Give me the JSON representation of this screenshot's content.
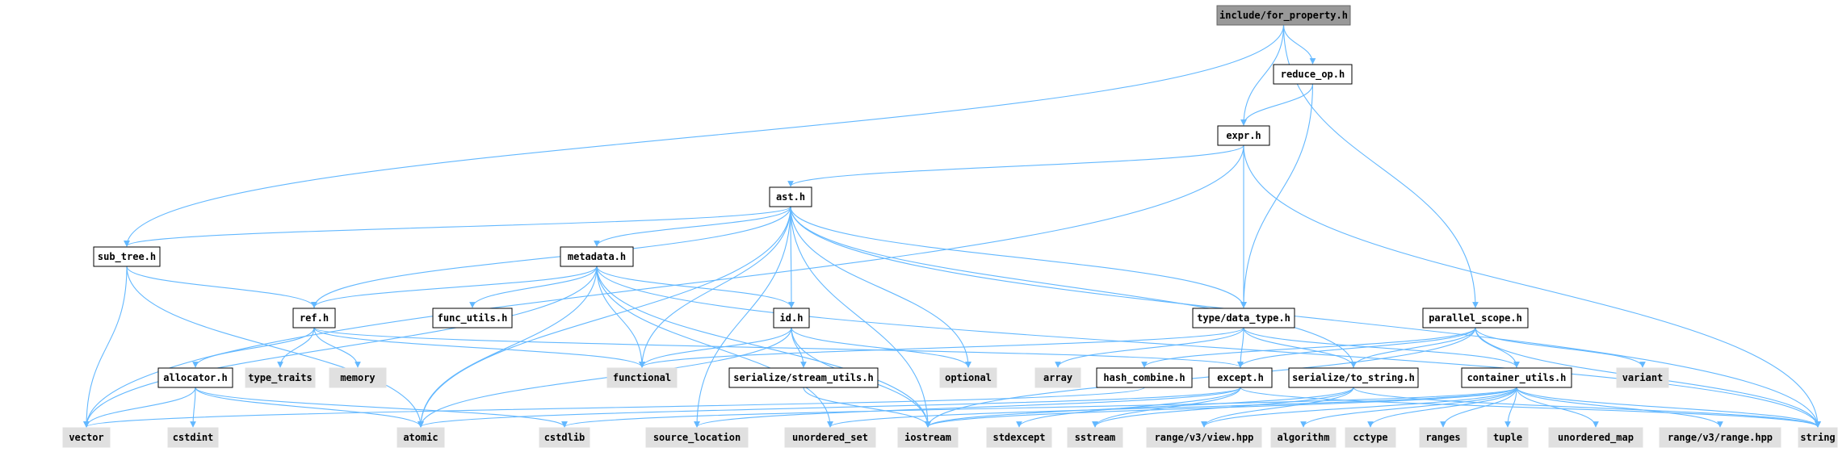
{
  "colors": {
    "root_fill": "#999999",
    "root_stroke": "#666666",
    "local_fill": "#ffffff",
    "local_stroke": "#000000",
    "system_fill": "#e0e0e0",
    "system_stroke": "#e0e0e0",
    "edge": "#63b8ff",
    "text": "#000000"
  },
  "nodes": {
    "for_property": {
      "label": "include/for_property.h",
      "kind": "root"
    },
    "reduce_op": {
      "label": "reduce_op.h",
      "kind": "local"
    },
    "expr": {
      "label": "expr.h",
      "kind": "local"
    },
    "ast": {
      "label": "ast.h",
      "kind": "local"
    },
    "sub_tree": {
      "label": "sub_tree.h",
      "kind": "local"
    },
    "metadata": {
      "label": "metadata.h",
      "kind": "local"
    },
    "ref": {
      "label": "ref.h",
      "kind": "local"
    },
    "func_utils": {
      "label": "func_utils.h",
      "kind": "local"
    },
    "id": {
      "label": "id.h",
      "kind": "local"
    },
    "data_type": {
      "label": "type/data_type.h",
      "kind": "local"
    },
    "parallel_scope": {
      "label": "parallel_scope.h",
      "kind": "local"
    },
    "allocator": {
      "label": "allocator.h",
      "kind": "local"
    },
    "stream_utils": {
      "label": "serialize/stream_utils.h",
      "kind": "local"
    },
    "hash_combine": {
      "label": "hash_combine.h",
      "kind": "local"
    },
    "except": {
      "label": "except.h",
      "kind": "local"
    },
    "to_string": {
      "label": "serialize/to_string.h",
      "kind": "local"
    },
    "container_utils": {
      "label": "container_utils.h",
      "kind": "local"
    },
    "type_traits": {
      "label": "type_traits",
      "kind": "system"
    },
    "memory": {
      "label": "memory",
      "kind": "system"
    },
    "functional": {
      "label": "functional",
      "kind": "system"
    },
    "optional": {
      "label": "optional",
      "kind": "system"
    },
    "array": {
      "label": "array",
      "kind": "system"
    },
    "variant": {
      "label": "variant",
      "kind": "system"
    },
    "vector": {
      "label": "vector",
      "kind": "system"
    },
    "cstdint": {
      "label": "cstdint",
      "kind": "system"
    },
    "atomic": {
      "label": "atomic",
      "kind": "system"
    },
    "cstdlib": {
      "label": "cstdlib",
      "kind": "system"
    },
    "source_location": {
      "label": "source_location",
      "kind": "system"
    },
    "unordered_set": {
      "label": "unordered_set",
      "kind": "system"
    },
    "iostream": {
      "label": "iostream",
      "kind": "system"
    },
    "stdexcept": {
      "label": "stdexcept",
      "kind": "system"
    },
    "sstream": {
      "label": "sstream",
      "kind": "system"
    },
    "range_view": {
      "label": "range/v3/view.hpp",
      "kind": "system"
    },
    "algorithm": {
      "label": "algorithm",
      "kind": "system"
    },
    "cctype": {
      "label": "cctype",
      "kind": "system"
    },
    "ranges": {
      "label": "ranges",
      "kind": "system"
    },
    "tuple": {
      "label": "tuple",
      "kind": "system"
    },
    "unordered_map": {
      "label": "unordered_map",
      "kind": "system"
    },
    "range_range": {
      "label": "range/v3/range.hpp",
      "kind": "system"
    },
    "string": {
      "label": "string",
      "kind": "system"
    }
  },
  "edges": [
    [
      "for_property",
      "reduce_op"
    ],
    [
      "for_property",
      "expr"
    ],
    [
      "for_property",
      "sub_tree"
    ],
    [
      "for_property",
      "parallel_scope"
    ],
    [
      "reduce_op",
      "expr"
    ],
    [
      "reduce_op",
      "data_type"
    ],
    [
      "expr",
      "ast"
    ],
    [
      "expr",
      "data_type"
    ],
    [
      "expr",
      "vector"
    ],
    [
      "expr",
      "string"
    ],
    [
      "ast",
      "sub_tree"
    ],
    [
      "ast",
      "metadata"
    ],
    [
      "ast",
      "ref"
    ],
    [
      "ast",
      "id"
    ],
    [
      "ast",
      "data_type"
    ],
    [
      "ast",
      "functional"
    ],
    [
      "ast",
      "optional"
    ],
    [
      "ast",
      "atomic"
    ],
    [
      "ast",
      "source_location"
    ],
    [
      "ast",
      "iostream"
    ],
    [
      "ast",
      "to_string"
    ],
    [
      "ast",
      "string"
    ],
    [
      "sub_tree",
      "ref"
    ],
    [
      "sub_tree",
      "vector"
    ],
    [
      "sub_tree",
      "atomic"
    ],
    [
      "metadata",
      "ref"
    ],
    [
      "metadata",
      "func_utils"
    ],
    [
      "metadata",
      "id"
    ],
    [
      "metadata",
      "functional"
    ],
    [
      "metadata",
      "vector"
    ],
    [
      "metadata",
      "atomic"
    ],
    [
      "metadata",
      "iostream"
    ],
    [
      "metadata",
      "unordered_set"
    ],
    [
      "metadata",
      "string"
    ],
    [
      "ref",
      "allocator"
    ],
    [
      "ref",
      "type_traits"
    ],
    [
      "ref",
      "memory"
    ],
    [
      "ref",
      "functional"
    ],
    [
      "ref",
      "except"
    ],
    [
      "id",
      "functional"
    ],
    [
      "id",
      "stream_utils"
    ],
    [
      "id",
      "optional"
    ],
    [
      "id",
      "iostream"
    ],
    [
      "id",
      "atomic"
    ],
    [
      "data_type",
      "functional"
    ],
    [
      "data_type",
      "array"
    ],
    [
      "data_type",
      "except"
    ],
    [
      "data_type",
      "to_string"
    ],
    [
      "data_type",
      "container_utils"
    ],
    [
      "parallel_scope",
      "hash_combine"
    ],
    [
      "parallel_scope",
      "except"
    ],
    [
      "parallel_scope",
      "to_string"
    ],
    [
      "parallel_scope",
      "container_utils"
    ],
    [
      "parallel_scope",
      "variant"
    ],
    [
      "parallel_scope",
      "string"
    ],
    [
      "parallel_scope",
      "iostream"
    ],
    [
      "allocator",
      "vector"
    ],
    [
      "allocator",
      "cstdint"
    ],
    [
      "allocator",
      "atomic"
    ],
    [
      "allocator",
      "cstdlib"
    ],
    [
      "stream_utils",
      "iostream"
    ],
    [
      "hash_combine",
      "vector"
    ],
    [
      "except",
      "source_location"
    ],
    [
      "except",
      "stdexcept"
    ],
    [
      "except",
      "sstream"
    ],
    [
      "except",
      "string"
    ],
    [
      "except",
      "atomic"
    ],
    [
      "to_string",
      "iostream"
    ],
    [
      "to_string",
      "sstream"
    ],
    [
      "to_string",
      "range_view"
    ],
    [
      "to_string",
      "string"
    ],
    [
      "container_utils",
      "cstdlib"
    ],
    [
      "container_utils",
      "unordered_set"
    ],
    [
      "container_utils",
      "iostream"
    ],
    [
      "container_utils",
      "range_view"
    ],
    [
      "container_utils",
      "algorithm"
    ],
    [
      "container_utils",
      "cctype"
    ],
    [
      "container_utils",
      "ranges"
    ],
    [
      "container_utils",
      "tuple"
    ],
    [
      "container_utils",
      "unordered_map"
    ],
    [
      "container_utils",
      "range_range"
    ],
    [
      "container_utils",
      "string"
    ]
  ]
}
